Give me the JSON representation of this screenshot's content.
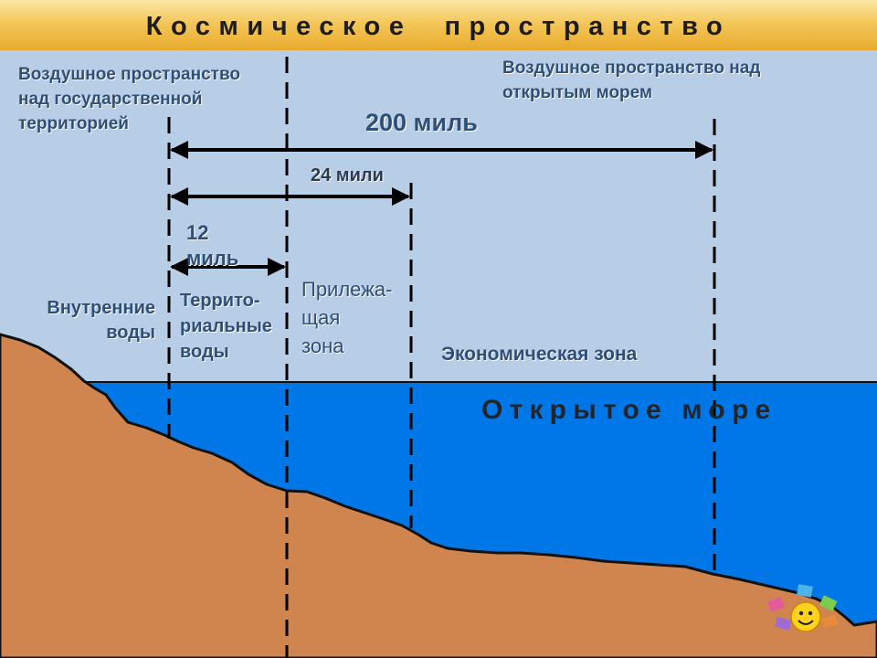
{
  "header": {
    "title": "Космическое  пространство"
  },
  "labels": {
    "airspace_state": "Воздушное пространство\nнад государственной\nтерриторией",
    "airspace_open_sea": "Воздушное пространство  над\nоткрытым морем",
    "distance_200": "200 миль",
    "distance_24": "24 мили",
    "distance_12": "12\nмиль",
    "internal_waters": "Внутренние\nводы",
    "territorial_waters": "Террито-\nриальные\nводы",
    "contiguous_zone": "Прилежа-\nщая\nзона",
    "economic_zone": "Экономическая зона",
    "open_sea": "Открытое море"
  },
  "colors": {
    "sky": "#b8cde6",
    "header_gold": "#f4c75a",
    "sea": "#0077e6",
    "land": "#d0854f",
    "label_blue": "#2e4f78",
    "line_black": "#000000"
  },
  "icons": {
    "corner": "smiley-books-icon"
  }
}
